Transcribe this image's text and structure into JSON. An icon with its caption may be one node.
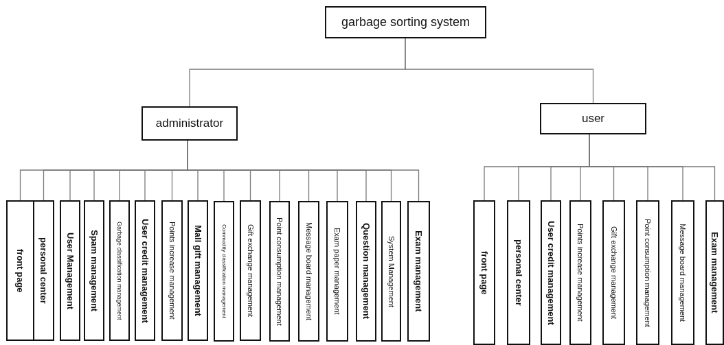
{
  "diagram": {
    "nodes": [
      {
        "text": [
          "garbage sorting system"
        ]
      },
      {
        "text": [
          "administrator"
        ]
      },
      {
        "text": [
          "user"
        ]
      },
      {
        "text": [
          "front page"
        ]
      },
      {
        "text": [
          "personal center"
        ]
      },
      {
        "text": [
          "User Management"
        ]
      },
      {
        "text": [
          "Spam management"
        ]
      },
      {
        "text": [
          "Garbage classification management"
        ]
      },
      {
        "text": [
          "User credit management"
        ]
      },
      {
        "text": [
          "Points increase management"
        ]
      },
      {
        "text": [
          "Mall gift management"
        ]
      },
      {
        "text": [
          "Commodity classification management"
        ]
      },
      {
        "text": [
          "Gift exchange management"
        ]
      },
      {
        "text": [
          "Point consumption management"
        ]
      },
      {
        "text": [
          "Message board management"
        ]
      },
      {
        "text": [
          "Exam paper management"
        ]
      },
      {
        "text": [
          "Question management"
        ]
      },
      {
        "text": [
          "System Management"
        ]
      },
      {
        "text": [
          "Exam management"
        ]
      },
      {
        "text": [
          "front page"
        ]
      },
      {
        "text": [
          "personal center"
        ]
      },
      {
        "text": [
          "User credit management"
        ]
      },
      {
        "text": [
          "Points increase management"
        ]
      },
      {
        "text": [
          "Gift exchange management"
        ]
      },
      {
        "text": [
          "Point consumption management"
        ]
      },
      {
        "text": [
          "Message board management"
        ]
      },
      {
        "text": [
          "Exam management"
        ]
      }
    ],
    "edges": [
      {
        "from": 0,
        "to": 1,
        "arrow": "none"
      },
      {
        "from": 0,
        "to": 2,
        "arrow": "none"
      },
      {
        "from": 1,
        "to": 3,
        "arrow": "none"
      },
      {
        "from": 1,
        "to": 4,
        "arrow": "none"
      },
      {
        "from": 1,
        "to": 5,
        "arrow": "none"
      },
      {
        "from": 1,
        "to": 6,
        "arrow": "none"
      },
      {
        "from": 1,
        "to": 7,
        "arrow": "none"
      },
      {
        "from": 1,
        "to": 8,
        "arrow": "none"
      },
      {
        "from": 1,
        "to": 9,
        "arrow": "none"
      },
      {
        "from": 1,
        "to": 10,
        "arrow": "none"
      },
      {
        "from": 1,
        "to": 11,
        "arrow": "none"
      },
      {
        "from": 1,
        "to": 12,
        "arrow": "none"
      },
      {
        "from": 1,
        "to": 13,
        "arrow": "none"
      },
      {
        "from": 1,
        "to": 14,
        "arrow": "none"
      },
      {
        "from": 1,
        "to": 15,
        "arrow": "none"
      },
      {
        "from": 1,
        "to": 16,
        "arrow": "none"
      },
      {
        "from": 1,
        "to": 17,
        "arrow": "none"
      },
      {
        "from": 1,
        "to": 18,
        "arrow": "none"
      },
      {
        "from": 2,
        "to": 19,
        "arrow": "none"
      },
      {
        "from": 2,
        "to": 20,
        "arrow": "none"
      },
      {
        "from": 2,
        "to": 21,
        "arrow": "none"
      },
      {
        "from": 2,
        "to": 22,
        "arrow": "none"
      },
      {
        "from": 2,
        "to": 23,
        "arrow": "none"
      },
      {
        "from": 2,
        "to": 24,
        "arrow": "none"
      },
      {
        "from": 2,
        "to": 25,
        "arrow": "none"
      },
      {
        "from": 2,
        "to": 26,
        "arrow": "none"
      }
    ]
  }
}
